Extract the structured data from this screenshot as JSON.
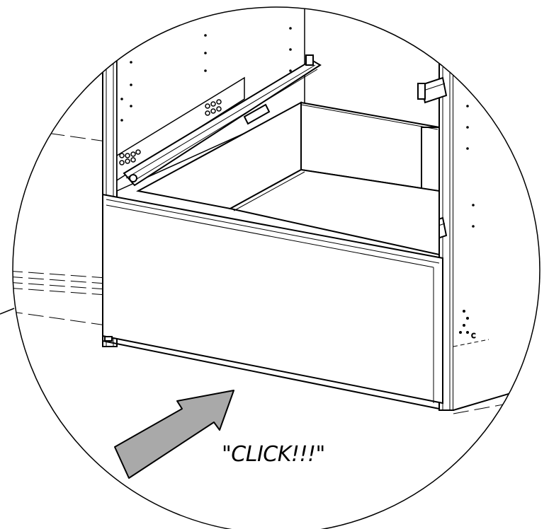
{
  "annotation": {
    "text": "\"CLICK!!!\""
  },
  "colors": {
    "line": "#000000",
    "arrow_fill": "#a9a9a9",
    "background": "#ffffff"
  },
  "figure": {
    "type": "assembly-instruction-detail",
    "icons": [
      "magnifier-circle",
      "push-arrow",
      "drawer",
      "cabinet-frame",
      "drawer-runner",
      "hinge-clip"
    ]
  }
}
